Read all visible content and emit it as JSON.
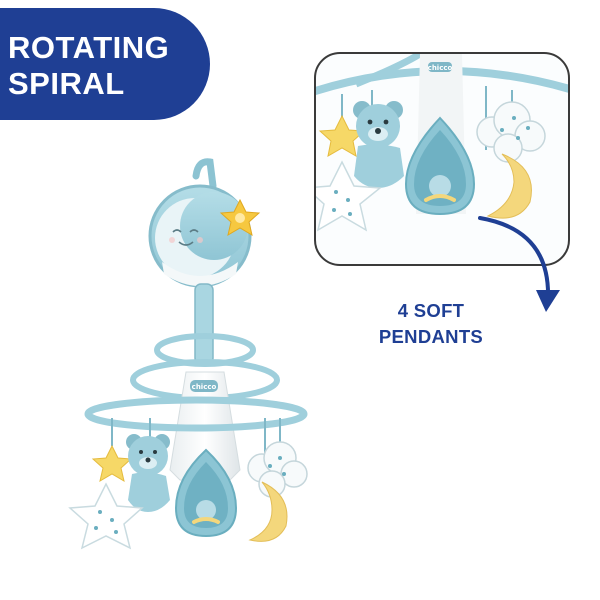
{
  "banner": {
    "line1": "ROTATING",
    "line2": "SPIRAL"
  },
  "callout": {
    "line1": "4 SOFT",
    "line2": "PENDANTS"
  },
  "brand": {
    "name": "chicco"
  },
  "colors": {
    "banner_bg": "#1f3f94",
    "callout_text": "#1f3f94",
    "product_blue": "#9fcfdc",
    "product_blue_dark": "#6aaebf",
    "star_yellow": "#f6d867",
    "moon_yellow": "#f4d77c"
  },
  "icons": [
    "spiral-mobile-image",
    "inset-closeup-image",
    "curved-arrow-icon"
  ]
}
